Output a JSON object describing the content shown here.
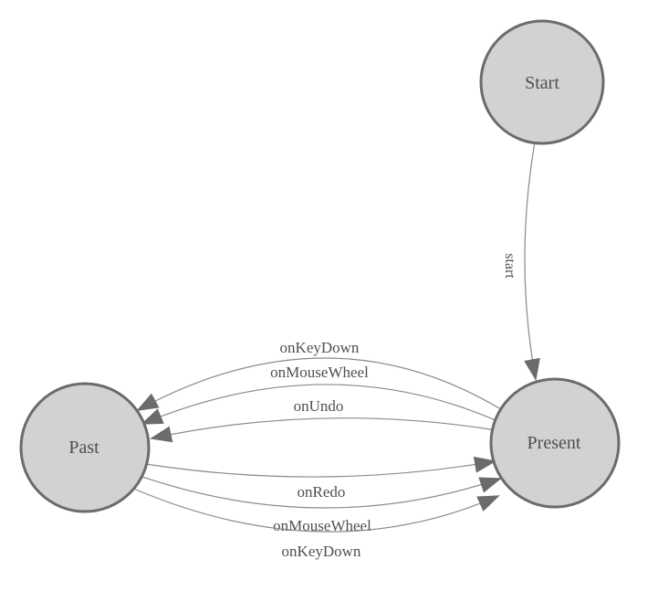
{
  "diagram": {
    "type": "state-machine",
    "background_color": "#ffffff",
    "node_fill": "#d2d2d2",
    "node_stroke": "#6b6b6b",
    "edge_color": "#8a8a8a",
    "arrow_color": "#6b6b6b",
    "label_color": "#4f4f52",
    "nodes": [
      {
        "id": "start",
        "label": "Start"
      },
      {
        "id": "present",
        "label": "Present"
      },
      {
        "id": "past",
        "label": "Past"
      }
    ],
    "edges": [
      {
        "from": "start",
        "to": "present",
        "label": "start"
      },
      {
        "from": "present",
        "to": "past",
        "label": "onKeyDown"
      },
      {
        "from": "present",
        "to": "past",
        "label": "onMouseWheel"
      },
      {
        "from": "present",
        "to": "past",
        "label": "onUndo"
      },
      {
        "from": "past",
        "to": "present",
        "label": "onRedo"
      },
      {
        "from": "past",
        "to": "present",
        "label": "onMouseWheel"
      },
      {
        "from": "past",
        "to": "present",
        "label": "onKeyDown"
      }
    ]
  }
}
